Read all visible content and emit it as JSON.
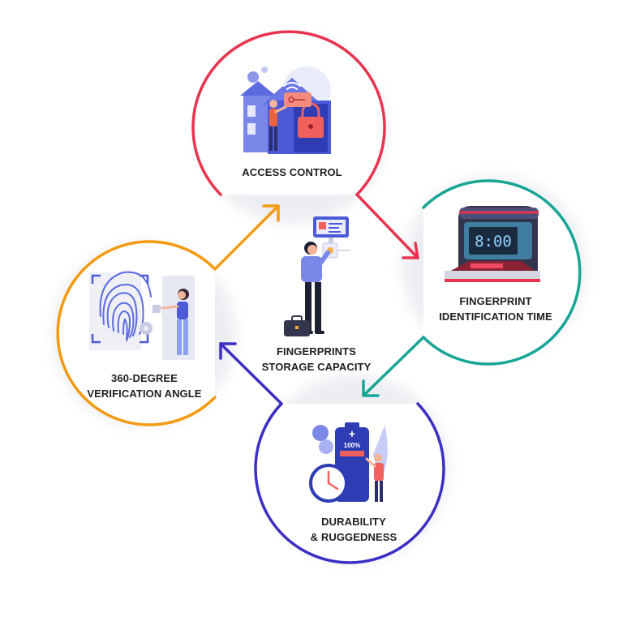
{
  "nodes": {
    "access": {
      "lines": [
        "ACCESS CONTROL"
      ],
      "color": "#e8344e"
    },
    "fingerprint_time": {
      "lines": [
        "FINGERPRINT",
        "IDENTIFICATION TIME"
      ],
      "color": "#17a596"
    },
    "durability": {
      "lines": [
        "DURABILITY",
        "& RUGGEDNESS"
      ],
      "color": "#3b2fc4"
    },
    "verification": {
      "lines": [
        "360-DEGREE",
        "VERIFICATION ANGLE"
      ],
      "color": "#f49a11"
    },
    "center": {
      "lines": [
        "FINGERPRINTS",
        "STORAGE CAPACITY"
      ]
    }
  },
  "illustrations": {
    "access": "house-with-padlock-and-key-card-icon",
    "fingerprint_time": "time-clock-terminal-icon",
    "durability": "battery-clock-and-person-icon",
    "verification": "fingerprint-scan-and-woman-icon",
    "center": "man-at-id-screen-with-briefcase-icon"
  },
  "clock_display": "8:00",
  "battery_level": "100%"
}
